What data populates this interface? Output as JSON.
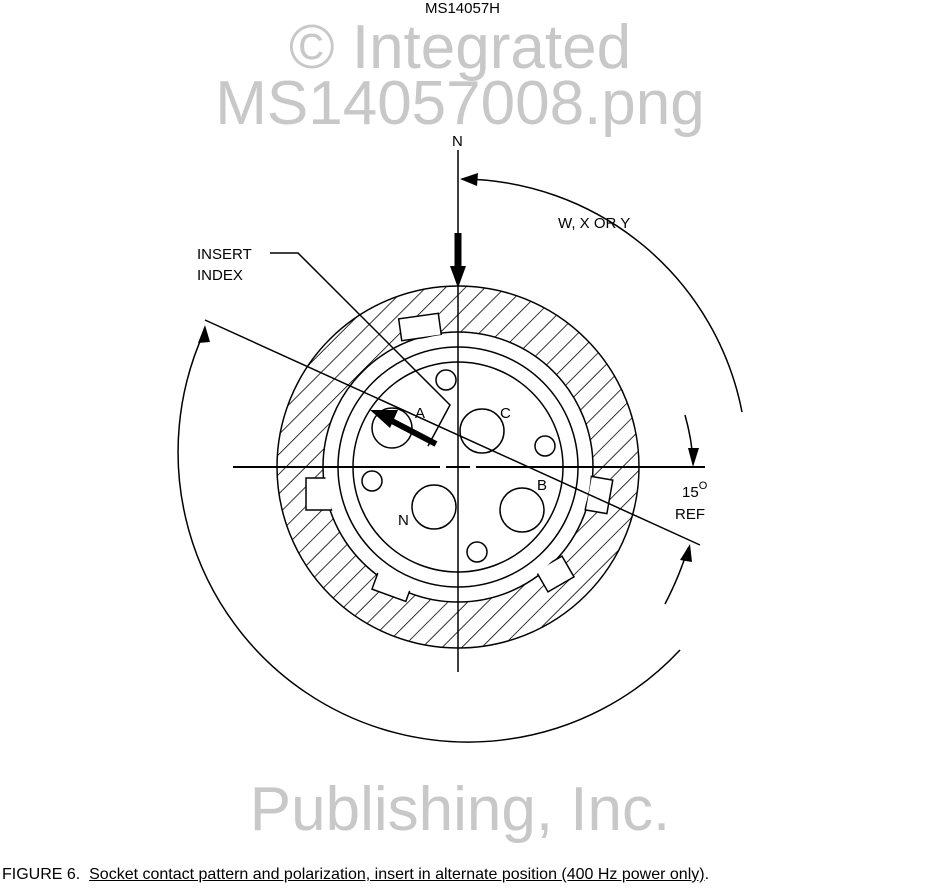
{
  "header": {
    "document_id": "MS14057H"
  },
  "diagram": {
    "north_label": "N",
    "rotation_label": "W, X OR Y",
    "insert_index_label_line1": "INSERT",
    "insert_index_label_line2": "INDEX",
    "angle_label_value": "15",
    "angle_label_unit": "O",
    "angle_label_ref": "REF",
    "contacts": [
      "A",
      "B",
      "C",
      "N"
    ],
    "watermark": [
      "© Integrated",
      "Publishing, Inc.",
      "MS14057008.png"
    ]
  },
  "caption": {
    "figure_number": "FIGURE 6.",
    "text": "Socket contact pattern and polarization, insert in alternate position (400 Hz power only)",
    "end": "."
  }
}
